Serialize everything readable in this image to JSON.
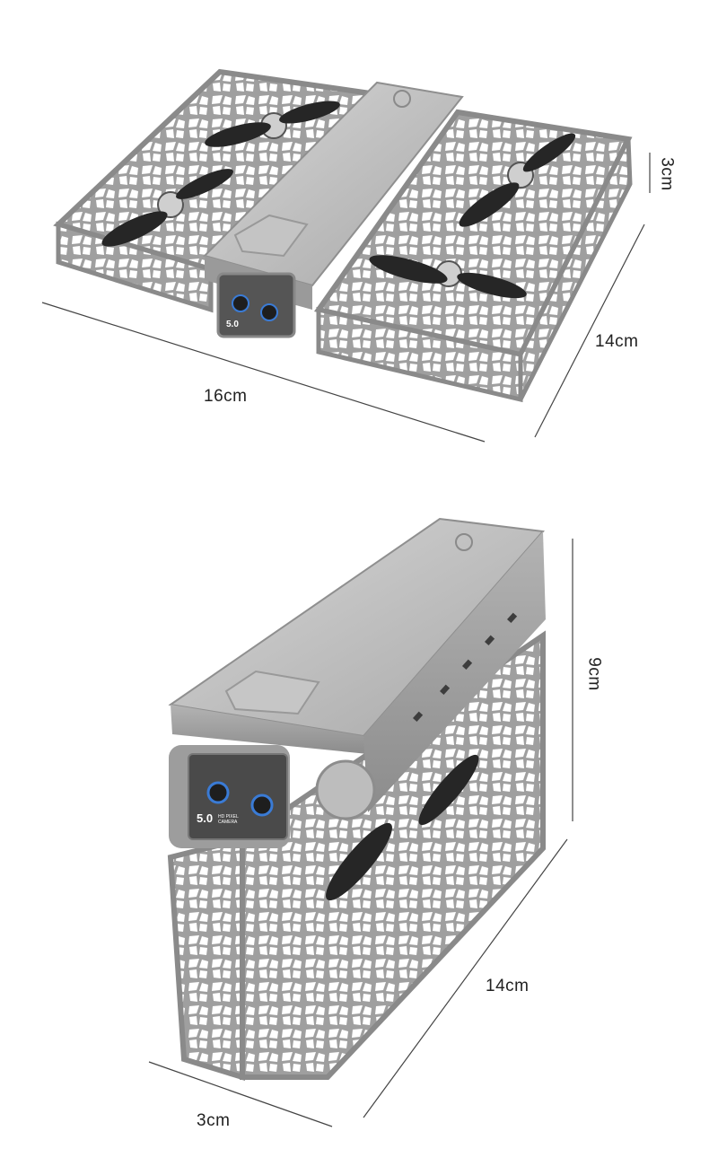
{
  "view_folded_flat": {
    "width_label": "16cm",
    "depth_label": "14cm",
    "height_label": "3cm",
    "camera_badge": "5.0"
  },
  "view_upright": {
    "height_label": "9cm",
    "depth_label": "14cm",
    "thickness_label": "3cm",
    "camera_badge": "5.0",
    "camera_badge_sub1": "HD PIXEL",
    "camera_badge_sub2": "CAMERA"
  },
  "colors": {
    "cage": "#a9a9a9",
    "cage_shadow": "#7f7f7f",
    "body": "#b9b9b9",
    "body_light": "#d2d2d2",
    "propeller": "#262626",
    "camera_face": "#4a4a4a",
    "lens": "#3a7bd5",
    "dimension_line": "#444444"
  }
}
